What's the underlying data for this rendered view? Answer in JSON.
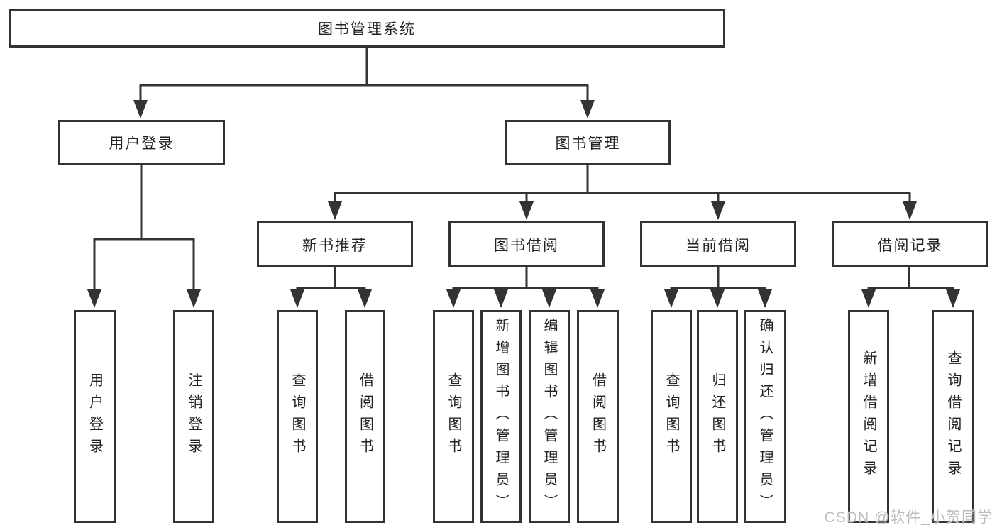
{
  "diagram_title": "图书管理系统",
  "tree": {
    "label": "图书管理系统",
    "children": [
      {
        "label": "用户登录",
        "children": [
          {
            "label": "用户登录"
          },
          {
            "label": "注销登录"
          }
        ]
      },
      {
        "label": "图书管理",
        "children": [
          {
            "label": "新书推荐",
            "children": [
              {
                "label": "查询图书"
              },
              {
                "label": "借阅图书"
              }
            ]
          },
          {
            "label": "图书借阅",
            "children": [
              {
                "label": "查询图书"
              },
              {
                "label": "新增图书（管理员）"
              },
              {
                "label": "编辑图书（管理员）"
              },
              {
                "label": "借阅图书"
              }
            ]
          },
          {
            "label": "当前借阅",
            "children": [
              {
                "label": "查询图书"
              },
              {
                "label": "归还图书"
              },
              {
                "label": "确认归还（管理员）"
              }
            ]
          },
          {
            "label": "借阅记录",
            "children": [
              {
                "label": "新增借阅记录"
              },
              {
                "label": "查询借阅记录"
              }
            ]
          }
        ]
      }
    ]
  },
  "watermark": {
    "text": "CSDN @软件_小贺同学"
  },
  "colors": {
    "background": "#ffffff",
    "box_border": "#333333",
    "connector_line": "#333333",
    "text": "#222222",
    "watermark": "#bdbdbd"
  }
}
